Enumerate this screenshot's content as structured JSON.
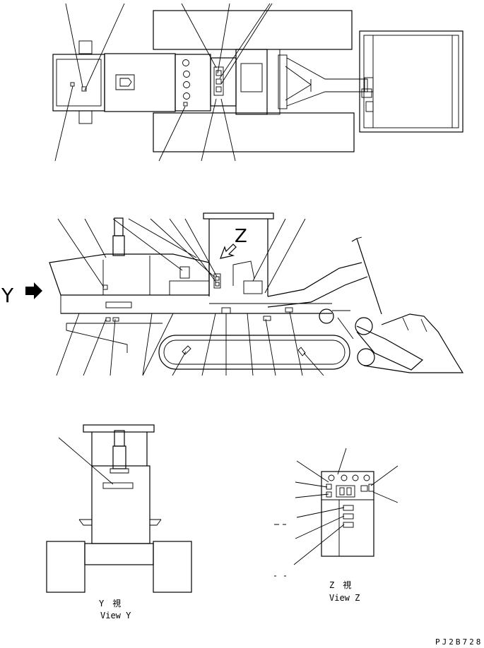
{
  "labels": {
    "view_z_letter": "Z",
    "view_y_letter": "Y",
    "view_y_caption_jp": "Y　視",
    "view_y_caption_en": "View Y",
    "view_z_caption_jp": "Z　視",
    "view_z_caption_en": "View Z",
    "drawing_number": "PJ2B728"
  }
}
